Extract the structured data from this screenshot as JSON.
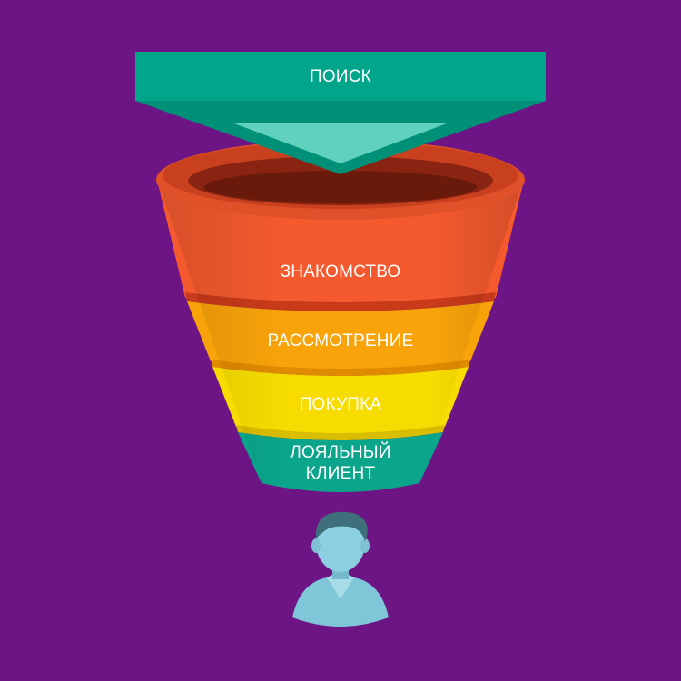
{
  "colors": {
    "background": "#6e1585",
    "banner": "#00a58a",
    "banner_arrow": "#5fd1bd",
    "stage_1": "#f45a2e",
    "stage_2": "#f8a30a",
    "stage_3": "#f6dc00",
    "stage_4": "#0aa58a",
    "customer": "#7fc6d8"
  },
  "banner": {
    "label": "ПОИСК"
  },
  "stages": [
    {
      "label": "ЗНАКОМСТВО"
    },
    {
      "label": "РАССМОТРЕНИЕ"
    },
    {
      "label": "ПОКУПКА"
    },
    {
      "label_line1": "ЛОЯЛЬНЫЙ",
      "label_line2": "КЛИЕНТ"
    }
  ],
  "customer": {
    "icon": "person-icon"
  }
}
